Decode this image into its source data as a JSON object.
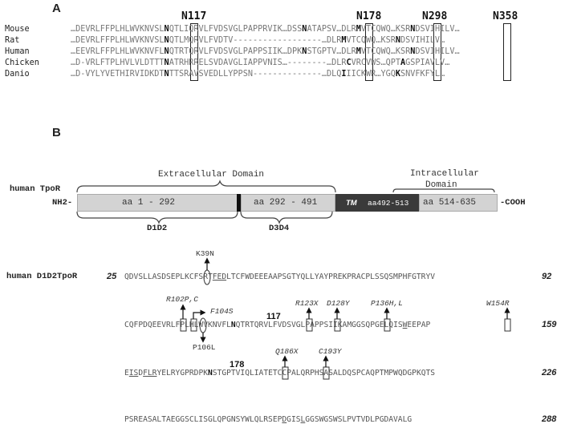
{
  "panel_a": {
    "label": "A",
    "n_labels": [
      "N117",
      "N178",
      "N298",
      "N358"
    ],
    "rows": [
      {
        "species": "Mouse",
        "s1": "…DEVRLFFPLHLWVKNVSL",
        "n1": "N",
        "s2": "QTLIQRVLFVDSVGLPAPPRVIK…DSS",
        "n2": "N",
        "s3": "ATAPSV…DLR",
        "n3": "M",
        "s4": "VTCQWQ…KSR",
        "n4": "N",
        "s5": "DSVIHILV…"
      },
      {
        "species": "Rat",
        "s1": "…DEVRLFFPLHLWVKNVSL",
        "n1": "N",
        "s2": "QTLMQRVLFVDTV------------",
        "n2": "",
        "s3": "------…DLR",
        "n3": "M",
        "s4": "VTCQWQ…KSR",
        "n4": "N",
        "s5": "DSVIHILV…"
      },
      {
        "species": "Human",
        "s1": "…EEVRLFFPLHLWVKNVFL",
        "n1": "N",
        "s2": "QTRTQRVLFVDSVGLPAPPSIIK…DPK",
        "n2": "N",
        "s3": "STGPTV…DLR",
        "n3": "M",
        "s4": "VTCQWQ…KSR",
        "n4": "N",
        "s5": "DSVIHILV…"
      },
      {
        "species": "Chicken",
        "s1": "…D-VRLFTPLHVLVLDTTT",
        "n1": "N",
        "s2": "ATRHRRELSVDAVGLIAPPVNIS…--",
        "n2": "",
        "s3": "------…DLR",
        "n3": "C",
        "s4": "VRCVWS…QPT",
        "n4": "A",
        "s5": "GSPIAVLV…"
      },
      {
        "species": "Danio",
        "s1": "…D-VYLYVETHIRVIDKDT",
        "n1": "N",
        "s2": "TTSRAVSVEDLLYPPSN--------",
        "n2": "",
        "s3": "------…DLQ",
        "n3": "I",
        "s4": "IICKWR…YGQ",
        "n4": "K",
        "s5": "SNVFKFYL…"
      }
    ]
  },
  "panel_b": {
    "label": "B",
    "domain_diagram": {
      "protein_label": "human TpoR",
      "extracellular_label": "Extracellular Domain",
      "intracellular_label_1": "Intracellular",
      "intracellular_label_2": "Domain",
      "nterm": "NH2-",
      "cterm": "-COOH",
      "seg1": "aa 1 -  292",
      "seg2": "aa 292 - 491",
      "tm_label": "TM",
      "tm_range": "aa492-513",
      "seg4": "aa 514-635",
      "d1d2": "D1D2",
      "d3d4": "D3D4"
    },
    "sequence": {
      "title": "human D1D2TpoR",
      "start": "25",
      "line1": "QDVSLLASDSEPL",
      "line1_box": "K",
      "line1_mid": "CFSRT",
      "line1_ul": "FED",
      "line1_end": "LTCFWDEEEAAPSGTYQLLYAYPREKPRACPLSSQSMPHFGTRYV",
      "num1": "92",
      "line2": "CQFPDQEEV",
      "line2_b1": "R",
      "line2_a": "L",
      "line2_b2": "F",
      "line2_b": "P",
      "line2_c": "LHLWVKNVFL",
      "line2_n": "N",
      "line2_d": "QTRTQ",
      "line2_b3": "R",
      "line2_e": "VLFV",
      "line2_b4": "D",
      "line2_f": "SVGLPAP",
      "line2_b5": "P",
      "line2_g": "SIIKAMGGSQPGELQIS",
      "line2_b6": "W",
      "line2_h": "EEPAP",
      "num2": "159",
      "line3_a": "E",
      "line3_ul1": "IS",
      "line3_b": "D",
      "line3_ul2": "FLR",
      "line3_c": "Y",
      "line3_d": "ELRYGPRDPK",
      "line3_n": "N",
      "line3_e": "STGPTVI",
      "line3_b1": "Q",
      "line3_f": "LIATET",
      "line3_b2": "C",
      "line3_g": "CPALQRPHSASALDQSPCAQPTMPWQDGPKQTS",
      "num3": "226",
      "line4_a": "PSREASALTAEGGSCLISGLQPGNSYWLQLRSEP",
      "line4_ul": "D",
      "line4_b": "GIS",
      "line4_ul2": "L",
      "line4_c": "GGSWGSWSLPVTVDLPGDAVALG",
      "num4": "288",
      "n117": "117",
      "n178": "178",
      "mutations": [
        "K39N",
        "R102P,C",
        "F104S",
        "P106L",
        "R123X",
        "D128Y",
        "P136H,L",
        "W154R",
        "Q186X",
        "C193Y"
      ]
    }
  }
}
